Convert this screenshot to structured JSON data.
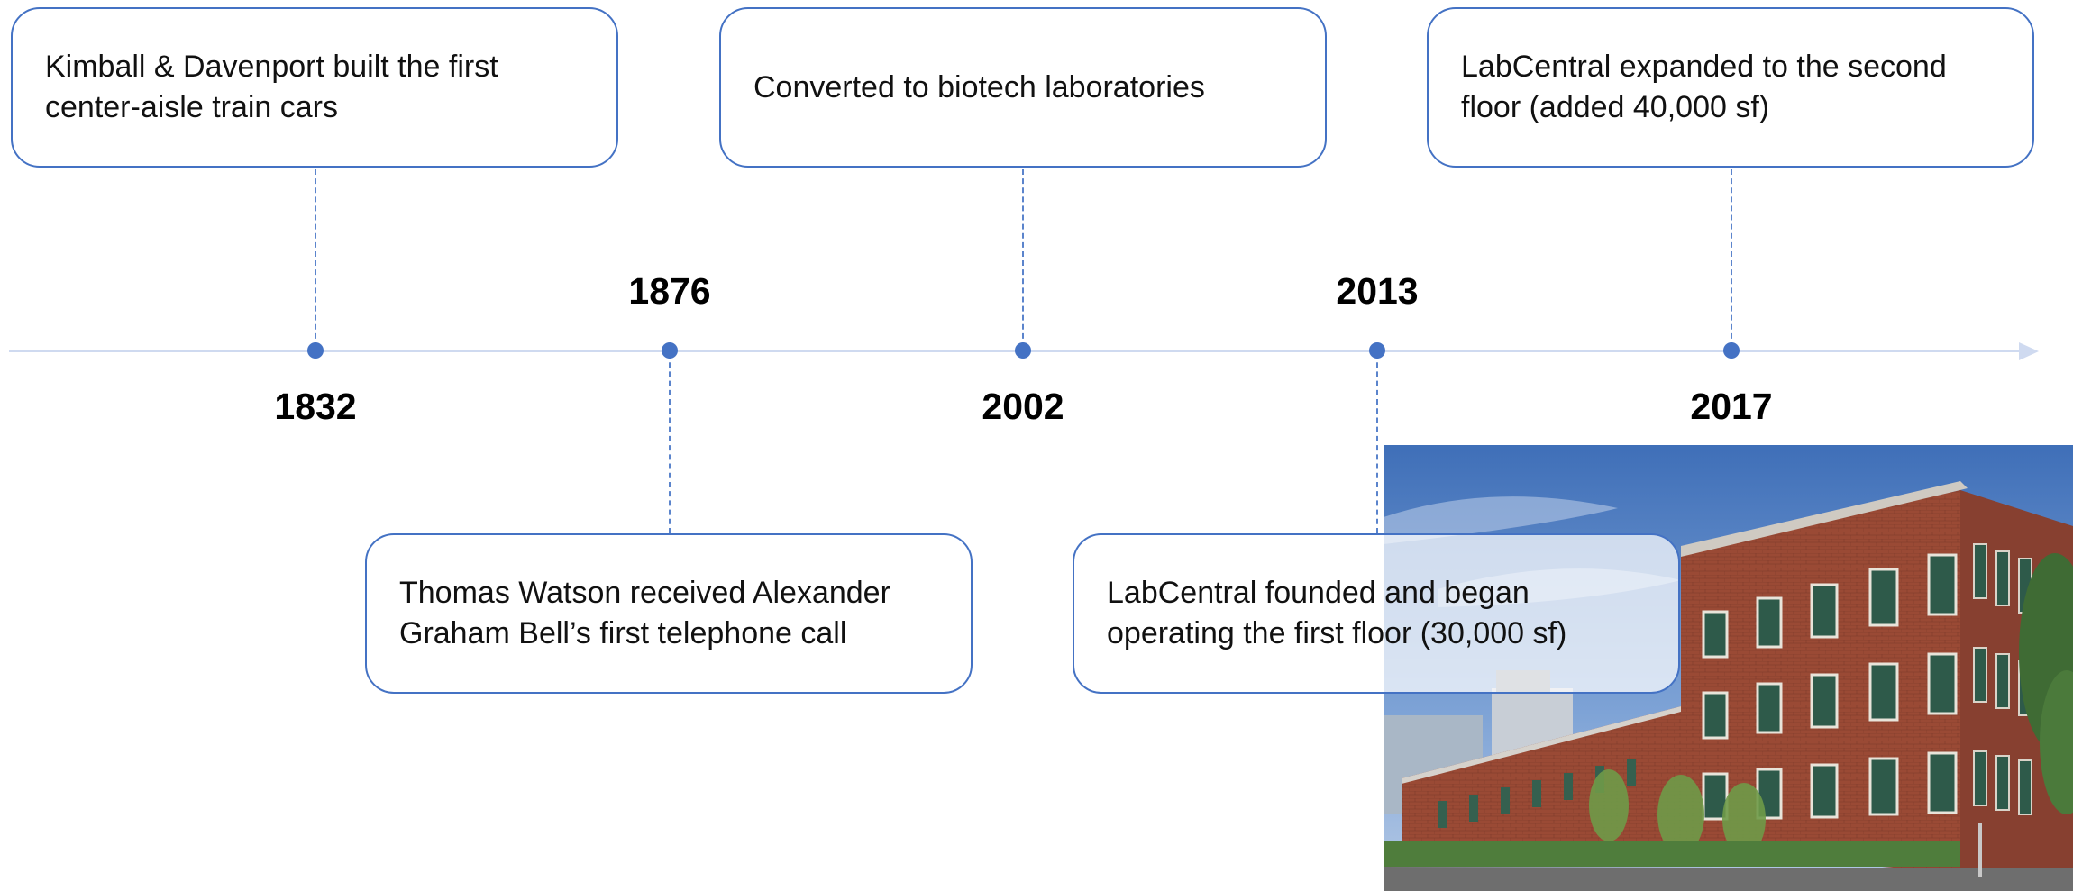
{
  "timeline": {
    "events": [
      {
        "year": "1832",
        "text": "Kimball & Davenport built the first center-aisle train cars",
        "position": "above"
      },
      {
        "year": "1876",
        "text": "Thomas Watson received Alexander Graham Bell’s first telephone call",
        "position": "below"
      },
      {
        "year": "2002",
        "text": "Converted to biotech laboratories",
        "position": "above"
      },
      {
        "year": "2013",
        "text": "LabCentral founded and began operating the first floor (30,000 sf)",
        "position": "below"
      },
      {
        "year": "2017",
        "text": "LabCentral expanded to the second floor (added 40,000 sf)",
        "position": "above"
      }
    ]
  },
  "photo": {
    "subject": "red-brick-lab-building"
  },
  "colors": {
    "accent": "#4472c4",
    "axis": "#cfdaf0",
    "brick": "#9a4a35",
    "sky": "#5c86c8"
  }
}
